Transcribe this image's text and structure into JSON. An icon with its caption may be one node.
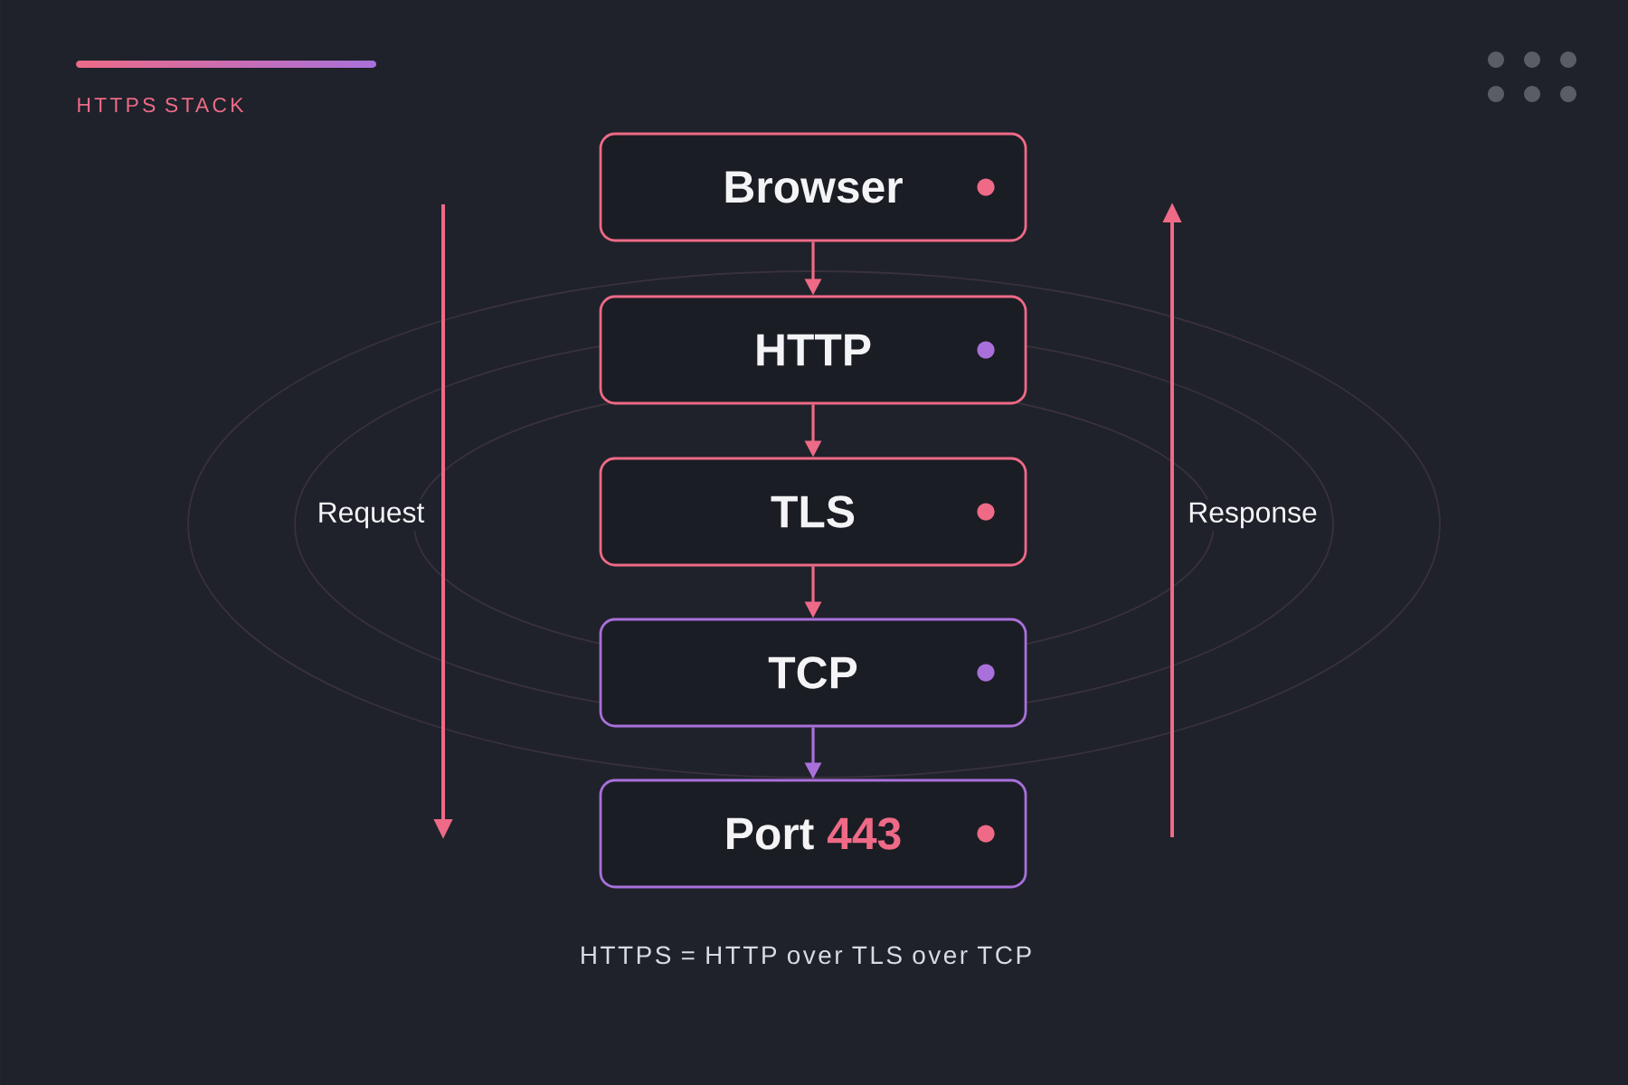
{
  "diagram": {
    "title": "HTTPS STACK",
    "caption": "HTTPS = HTTP over TLS over TCP",
    "nodes": [
      {
        "text": [
          "Browser"
        ]
      },
      {
        "text": [
          "HTTP"
        ]
      },
      {
        "text": [
          "TLS"
        ]
      },
      {
        "text": [
          "TCP"
        ]
      },
      {
        "text": [
          "Port 443"
        ]
      }
    ],
    "edges": [
      {
        "from": 0,
        "to": 1,
        "arrow": "to"
      },
      {
        "from": 1,
        "to": 2,
        "arrow": "to"
      },
      {
        "from": 2,
        "to": 3,
        "arrow": "to"
      },
      {
        "from": 3,
        "to": 4,
        "arrow": "to",
        "color": "#a970db"
      }
    ],
    "labels": [
      "Request",
      "Response"
    ]
  }
}
